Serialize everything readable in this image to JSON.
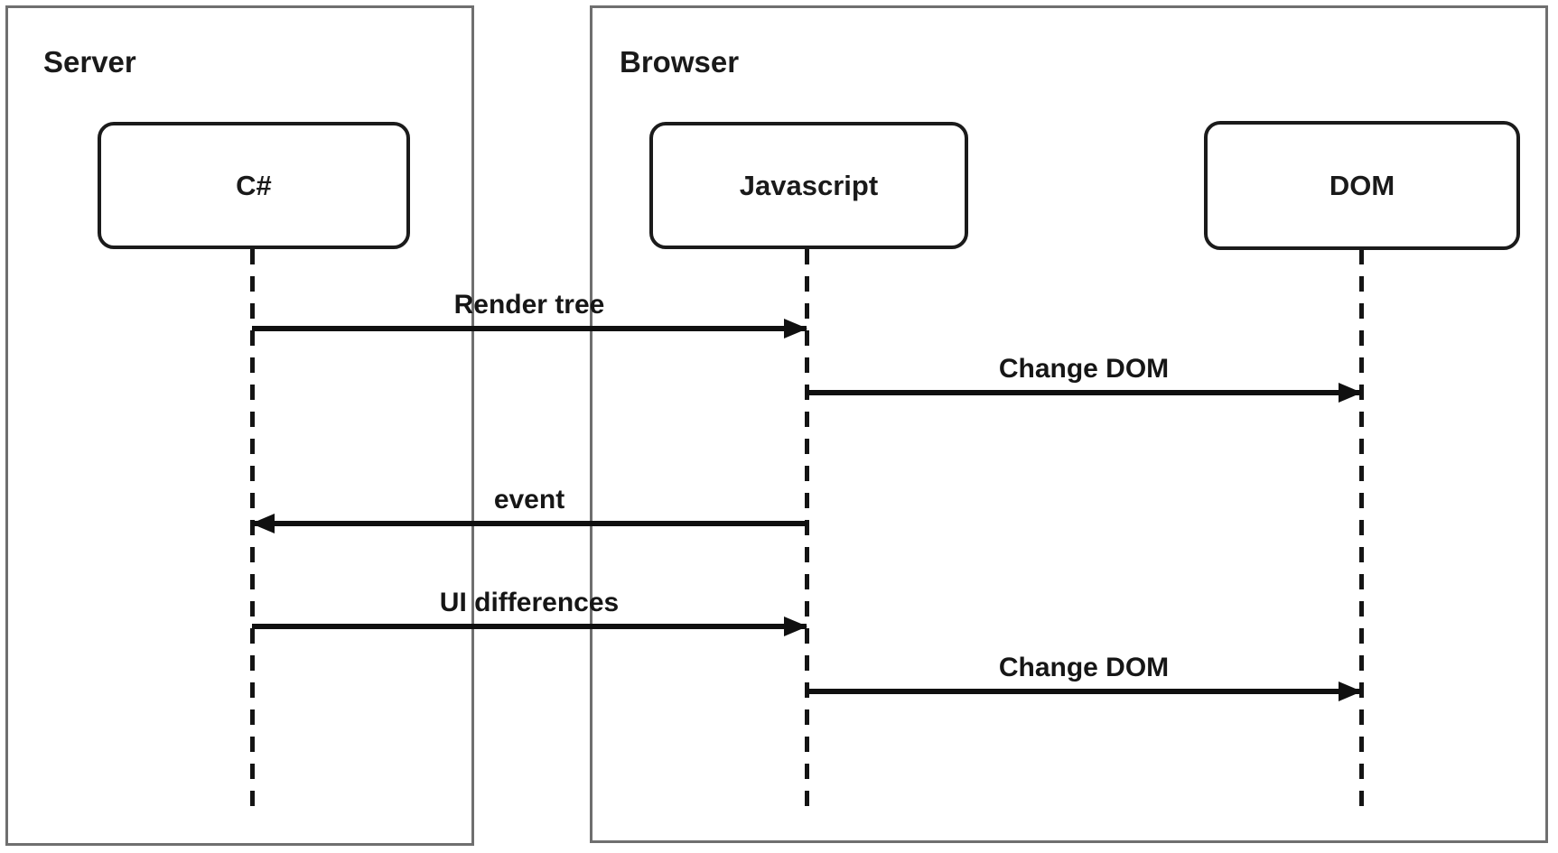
{
  "diagram_type": "sequence-diagram",
  "frames": [
    {
      "id": "server",
      "title": "Server"
    },
    {
      "id": "browser",
      "title": "Browser"
    }
  ],
  "participants": [
    {
      "id": "csharp",
      "label": "C#",
      "frame": "Server"
    },
    {
      "id": "javascript",
      "label": "Javascript",
      "frame": "Browser"
    },
    {
      "id": "dom",
      "label": "DOM",
      "frame": "Browser"
    }
  ],
  "messages": [
    {
      "label": "Render tree",
      "from": "C#",
      "to": "Javascript",
      "direction": "right"
    },
    {
      "label": "Change DOM",
      "from": "Javascript",
      "to": "DOM",
      "direction": "right"
    },
    {
      "label": "event",
      "from": "Javascript",
      "to": "C#",
      "direction": "left"
    },
    {
      "label": "UI differences",
      "from": "C#",
      "to": "Javascript",
      "direction": "right"
    },
    {
      "label": "Change DOM",
      "from": "Javascript",
      "to": "DOM",
      "direction": "right"
    }
  ],
  "colors": {
    "background": "#ffffff",
    "frame_border": "#6f6f6f",
    "shape_border": "#1b1b1b",
    "arrow": "#101010",
    "text": "#1a1a1a"
  }
}
